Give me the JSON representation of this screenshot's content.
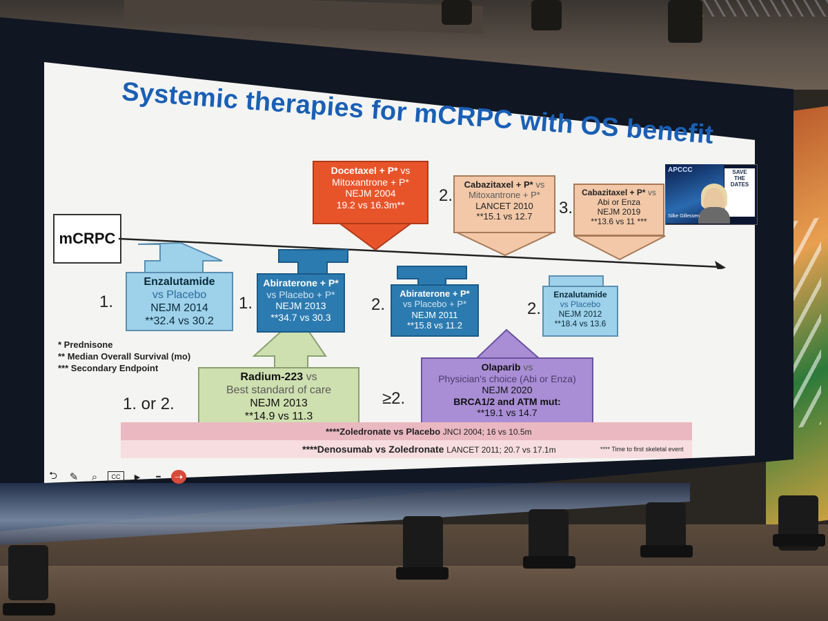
{
  "slide": {
    "title": "Systemic therapies for mCRPC with OS benefit",
    "start_label": "mCRPC",
    "legend": [
      "* Prednisone",
      "** Median Overall Survival (mo)",
      "*** Secondary Endpoint"
    ]
  },
  "above_line": [
    {
      "drug": "Docetaxel + P*",
      "vs": "vs",
      "comparator": "Mitoxantrone + P*",
      "source": "NEJM 2004",
      "result": "19.2 vs 16.3m**",
      "color": "#e8542a"
    },
    {
      "order": "2.",
      "drug": "Cabazitaxel + P*",
      "vs": "vs",
      "comparator": "Mitoxantrone + P*",
      "source": "LANCET 2010",
      "result": "**15.1 vs 12.7",
      "color": "#f2c8a8"
    },
    {
      "order": "3.",
      "drug": "Cabazitaxel + P*",
      "vs": "vs",
      "comparator": "Abi or Enza",
      "source": "NEJM 2019",
      "result": "**13.6 vs 11 ***",
      "color": "#f2c8a8"
    }
  ],
  "below_line": [
    {
      "order": "1.",
      "drug": "Enzalutamide",
      "comparator": "vs Placebo",
      "source": "NEJM 2014",
      "result": "**32.4 vs 30.2",
      "color": "#9ed1ea"
    },
    {
      "order": "1.",
      "drug": "Abiraterone + P*",
      "comparator": "vs Placebo + P*",
      "source": "NEJM 2013",
      "result": "**34.7 vs 30.3",
      "color": "#2c7bb0"
    },
    {
      "order": "2.",
      "drug": "Abiraterone + P*",
      "comparator": "vs Placebo + P*",
      "source": "NEJM 2011",
      "result": "**15.8 vs 11.2",
      "color": "#2c7bb0"
    },
    {
      "order": "2.",
      "drug": "Enzalutamide",
      "comparator": "vs Placebo",
      "source": "NEJM 2012",
      "result": "**18.4 vs 13.6",
      "color": "#9ed1ea"
    }
  ],
  "radium": {
    "order": "1. or 2.",
    "drug": "Radium-223",
    "vs": "vs",
    "comparator": "Best standard of care",
    "source": "NEJM 2013",
    "result": "**14.9 vs 11.3",
    "color": "#cfe0b0"
  },
  "olaparib": {
    "order": "≥2.",
    "drug": "Olaparib",
    "vs": "vs",
    "comparator": "Physician's choice (Abi or Enza)",
    "source": "NEJM 2020",
    "subgroup": "BRCA1/2 and ATM mut:",
    "result": "**19.1 vs 14.7",
    "color": "#a98ed6"
  },
  "bone_agents": [
    {
      "bold": "****Zoledronate vs Placebo",
      "rest": "JNCI 2004; 16 vs 10.5m",
      "color": "#eab8c0"
    },
    {
      "bold": "****Denosumab  vs Zoledronate",
      "rest": "LANCET 2011; 20.7 vs 17.1m",
      "note": "**** Time to first skeletal event",
      "color": "#f7dde0"
    }
  ],
  "speaker": {
    "logo": "APCCC",
    "save_dates": [
      "SAVE",
      "THE",
      "DATES"
    ],
    "name": "Silke Gillessen"
  },
  "controls": [
    "back-icon",
    "pen-icon",
    "search-icon",
    "cc-icon",
    "camera-icon",
    "more-icon",
    "record-icon"
  ],
  "controls_glyphs": {
    "back": "⮌",
    "pen": "✎",
    "search": "⌕",
    "cc": "CC",
    "camera": "▶",
    "more": "•••",
    "record": "➝"
  }
}
